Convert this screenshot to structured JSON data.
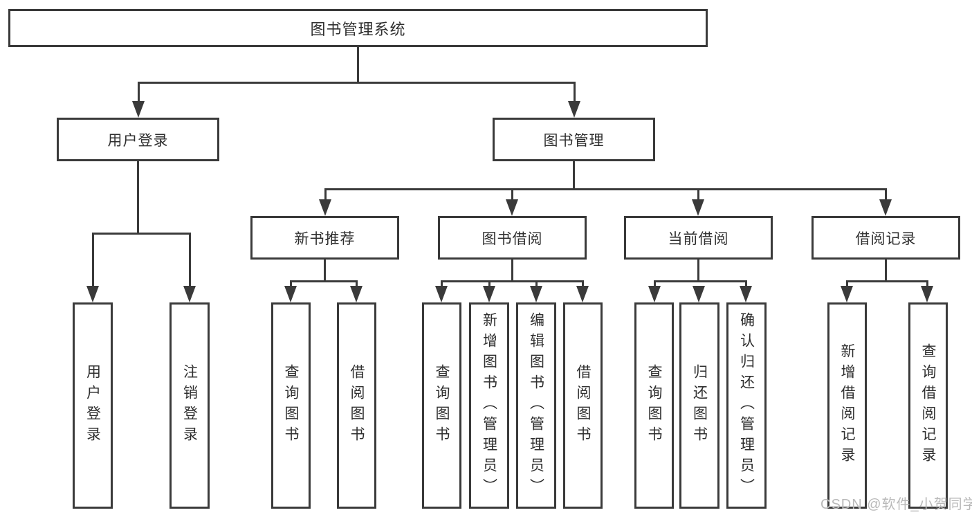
{
  "tree": {
    "root": {
      "label": "图书管理系统",
      "children": [
        {
          "label": "用户登录",
          "children": [
            {
              "label": "用户登录"
            },
            {
              "label": "注销登录"
            }
          ]
        },
        {
          "label": "图书管理",
          "children": [
            {
              "label": "新书推荐",
              "children": [
                {
                  "label": "查询图书"
                },
                {
                  "label": "借阅图书"
                }
              ]
            },
            {
              "label": "图书借阅",
              "children": [
                {
                  "label": "查询图书"
                },
                {
                  "label": "新增图书（管理员）"
                },
                {
                  "label": "编辑图书（管理员）"
                },
                {
                  "label": "借阅图书"
                }
              ]
            },
            {
              "label": "当前借阅",
              "children": [
                {
                  "label": "查询图书"
                },
                {
                  "label": "归还图书"
                },
                {
                  "label": "确认归还（管理员）"
                }
              ]
            },
            {
              "label": "借阅记录",
              "children": [
                {
                  "label": "新增借阅记录"
                },
                {
                  "label": "查询借阅记录"
                }
              ]
            }
          ]
        }
      ]
    }
  },
  "watermark": {
    "text": "CSDN @软件_小贺同学"
  },
  "colors": {
    "line": "#3a3a3a",
    "text": "#2f2f2f",
    "background": "#ffffff",
    "watermark": "#b9b9b9"
  }
}
